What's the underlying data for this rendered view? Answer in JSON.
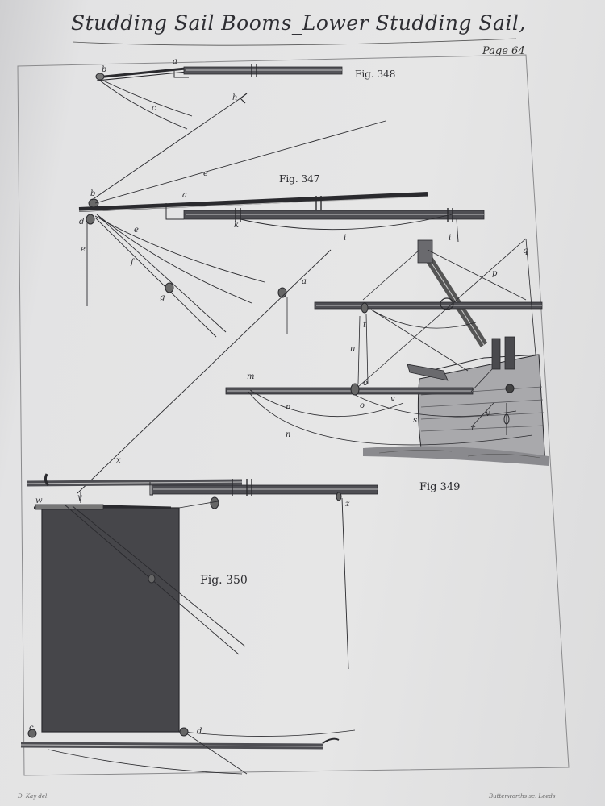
{
  "title": "Studding Sail Booms_Lower Studding Sail,",
  "page_number": "Page 64",
  "figures": {
    "fig348": "Fig. 348",
    "fig347": "Fig. 347",
    "fig349": "Fig 349",
    "fig350": "Fig. 350"
  },
  "labels": {
    "f348_b": "b",
    "f348_a": "a",
    "f348_c": "c",
    "f347_h": "h",
    "f347_e_upper": "e",
    "f347_b": "b",
    "f347_a": "a",
    "f347_d": "d",
    "f347_k": "k",
    "f347_i_mid": "i",
    "f347_i_right": "i",
    "f347_e_left": "e",
    "f347_e_mid": "e",
    "f347_f": "f",
    "f347_g": "g",
    "f349_a": "a",
    "f349_q": "q",
    "f349_p": "p",
    "f349_t": "t",
    "f349_u": "u",
    "f349_m": "m",
    "f349_o_upper": "o",
    "f349_o_lower": "o",
    "f349_n_upper": "n",
    "f349_n_lower": "n",
    "f349_v_left": "v",
    "f349_v_right": "v",
    "f349_s": "s",
    "f349_r": "r",
    "f350_x": "x",
    "f350_w": "w",
    "f350_y": "y",
    "f350_z": "z",
    "f350_c": "c",
    "f350_d": "d"
  },
  "credits": {
    "left": "D. Kay del.",
    "right": "Butterworths sc. Leeds"
  },
  "colors": {
    "ink": "#2a2a2e",
    "paper": "#e4e4e5",
    "sail": "#3a3a3e"
  }
}
